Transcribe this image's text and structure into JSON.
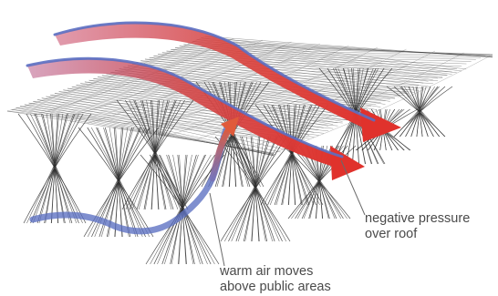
{
  "annotations": {
    "negative_pressure": [
      "negative pressure",
      "over roof"
    ],
    "warm_air": [
      "warm air moves",
      "above public areas"
    ]
  },
  "colors": {
    "mesh": "#2e2e2e",
    "wind_blue": "#5b6fc2",
    "warm_red": "#d9443f",
    "label_text": "#4a4a4a",
    "leader_line": "#6a6a6a"
  }
}
